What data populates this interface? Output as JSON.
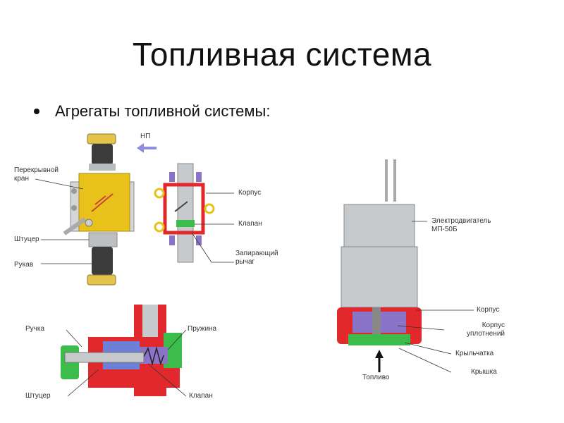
{
  "title": "Топливная система",
  "bullet": "Агрегаты топливной системы:",
  "valve_assembly": {
    "flow_label": "НП",
    "labels": {
      "shutoff_valve": "Перекрывной кран",
      "fitting": "Штуцер",
      "hose": "Рукав"
    }
  },
  "small_valve": {
    "labels": {
      "body": "Корпус",
      "valve": "Клапан",
      "locking_lever": "Запирающий рычаг"
    }
  },
  "check_valve": {
    "labels": {
      "handle": "Ручка",
      "fitting": "Штуцер",
      "spring": "Пружина",
      "valve": "Клапан"
    }
  },
  "pump": {
    "labels": {
      "motor": "Электродвигатель МП-50Б",
      "body": "Корпус",
      "seal_body": "Корпус уплотнений",
      "impeller": "Крыльчатка",
      "cover": "Крышка",
      "fuel": "Топливо"
    }
  },
  "colors": {
    "yellow": "#e8c21a",
    "red": "#e0282d",
    "green": "#3cbc4a",
    "purple": "#8a74c8",
    "grey": "#c7cacd",
    "dark": "#2f3235",
    "arrow_blue": "#8c8fe0"
  }
}
